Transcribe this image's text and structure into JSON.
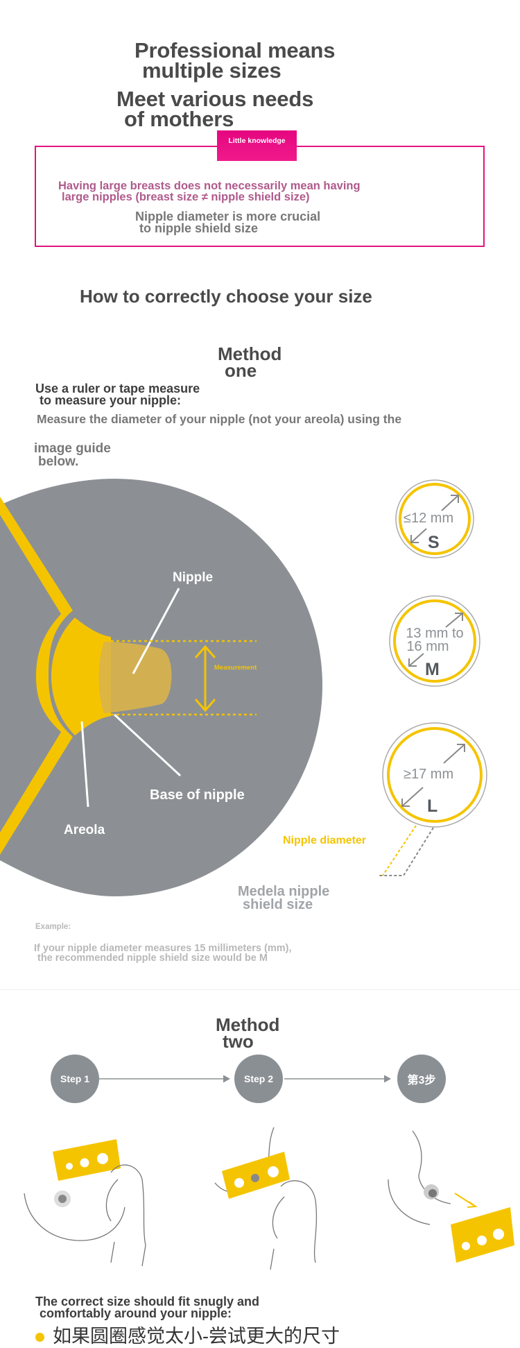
{
  "header": {
    "title_line1": "Professional means",
    "title_line2": "multiple sizes",
    "subtitle_line1": "Meet various needs",
    "subtitle_line2": "of mothers"
  },
  "knowledge": {
    "badge": "Little knowledge",
    "pink_line1": "Having large breasts does not necessarily mean having",
    "pink_line2": "large nipples (breast size ≠ nipple shield size)",
    "gray_line1": "Nipple diameter is more crucial",
    "gray_line2": "to nipple shield size"
  },
  "choose_heading": "How to correctly choose your size",
  "method_one": {
    "title_line1": "Method",
    "title_line2": "one",
    "instr_line1": "Use a ruler or tape measure",
    "instr_line2": "to measure your nipple:",
    "measure_line": "Measure the diameter of your nipple (not your areola) using the",
    "guide_line1": "image guide",
    "guide_line2": "below.",
    "diagram": {
      "nipple": "Nipple",
      "measurement": "Measurement",
      "base": "Base of nipple",
      "areola": "Areola"
    },
    "sizes": [
      {
        "range": "≤12 mm",
        "letter": "S"
      },
      {
        "range_line1": "13 mm to",
        "range_line2": "16 mm",
        "letter": "M"
      },
      {
        "range": "≥17 mm",
        "letter": "L"
      }
    ],
    "nipple_diameter": "Nipple diameter",
    "shield_line1": "Medela nipple",
    "shield_line2": "shield size",
    "example_label": "Example:",
    "example_line1": "If your nipple diameter measures 15 millimeters (mm),",
    "example_line2": "the recommended nipple shield size would be M"
  },
  "method_two": {
    "title_line1": "Method",
    "title_line2": "two",
    "steps": [
      "Step 1",
      "Step 2",
      "第3步"
    ],
    "fit_line1": "The correct size should fit snugly and",
    "fit_line2": "comfortably around your nipple:",
    "bullet": "如果圆圈感觉太小-尝试更大的尺寸"
  },
  "colors": {
    "yellow": "#f5c400",
    "gray": "#8c9094",
    "pink": "#e0157f",
    "text": "#4a4a4a"
  }
}
